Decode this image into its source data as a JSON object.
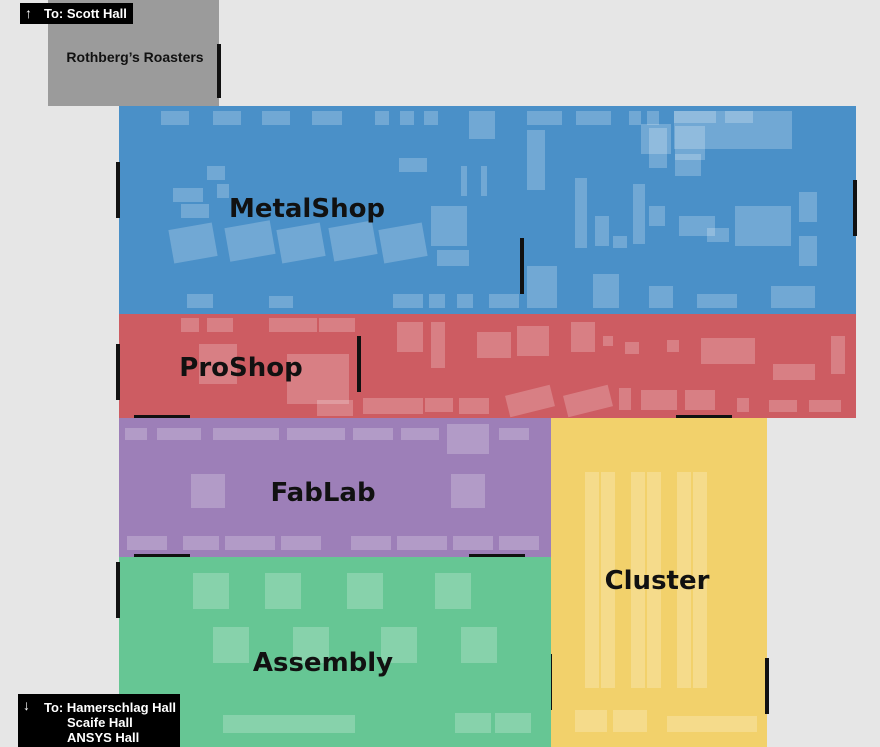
{
  "rooms": {
    "roasters": {
      "label": "Rothberg’s Roasters",
      "color": "#9b9b9b"
    },
    "metalshop": {
      "label": "MetalShop",
      "color": "#4a90c8"
    },
    "proshop": {
      "label": "ProShop",
      "color": "#cd5c62"
    },
    "fablab": {
      "label": "FabLab",
      "color": "#9d7fb8"
    },
    "cluster": {
      "label": "Cluster",
      "color": "#f2d16b"
    },
    "assembly": {
      "label": "Assembly",
      "color": "#66c694"
    }
  },
  "nav": {
    "up": {
      "arrow": "↑",
      "destination": "To: Scott Hall"
    },
    "down": {
      "arrow": "↓",
      "destinations": [
        "To: Hamerschlag Hall",
        "Scaife Hall",
        "ANSYS Hall"
      ]
    }
  }
}
